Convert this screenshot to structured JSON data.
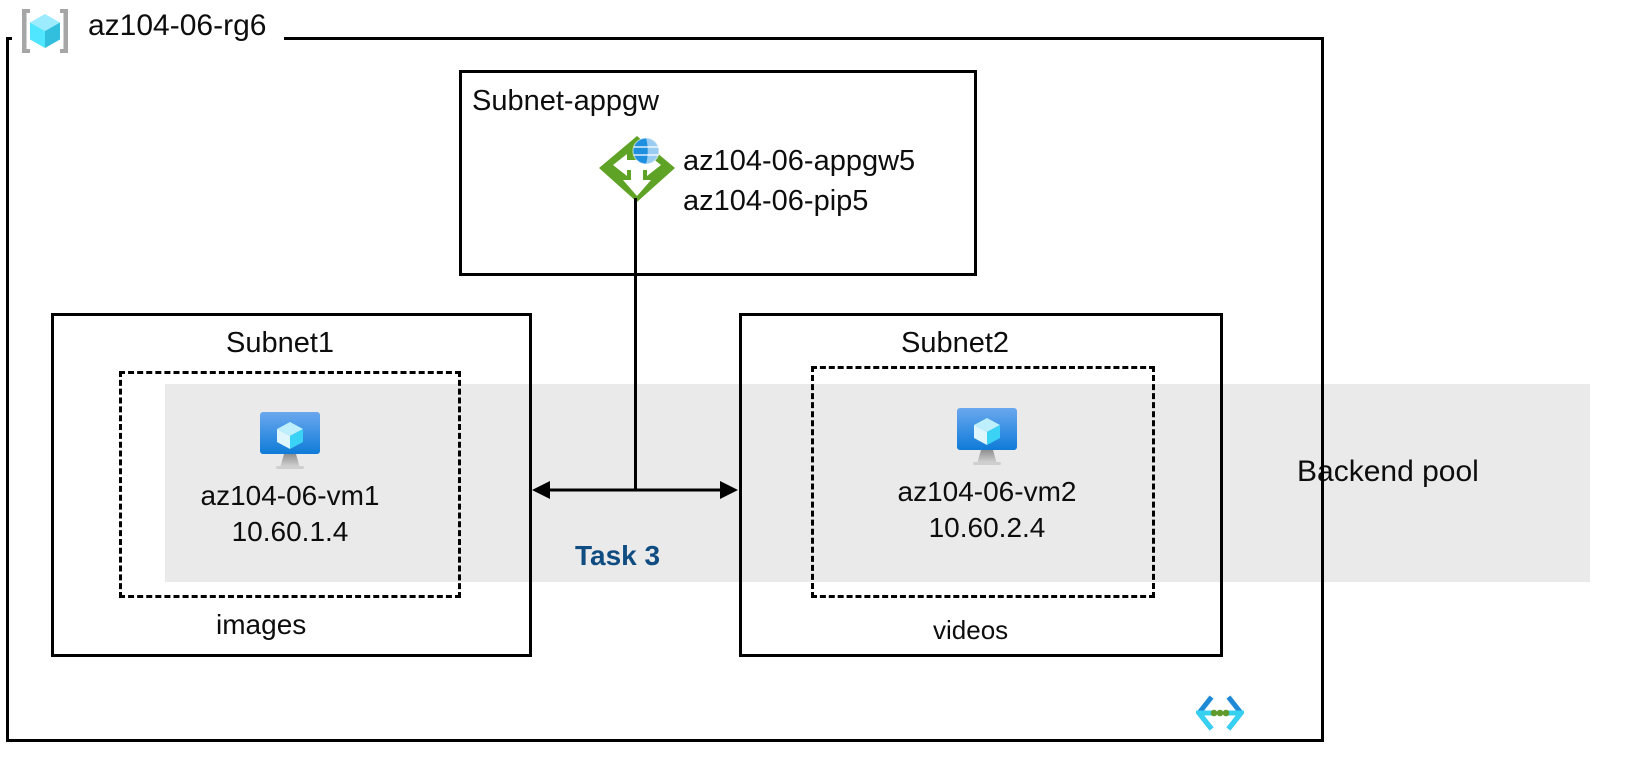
{
  "diagram": {
    "title": "Azure resource group network topology",
    "resource_group": {
      "name": "az104-06-rg6",
      "icon": "resource-group-cube-icon"
    },
    "backend_pool": {
      "label": "Backend pool",
      "band_color": "#eaeaea"
    },
    "subnets": [
      {
        "id": "appgw",
        "title": "Subnet-appgw",
        "resources": [
          {
            "icon": "application-gateway-icon",
            "lines": [
              "az104-06-appgw5",
              "az104-06-pip5"
            ]
          }
        ]
      },
      {
        "id": "subnet1",
        "title": "Subnet1",
        "dashed_group_caption": "images",
        "vm": {
          "icon": "virtual-machine-icon",
          "name": "az104-06-vm1",
          "ip": "10.60.1.4"
        }
      },
      {
        "id": "subnet2",
        "title": "Subnet2",
        "dashed_group_caption": "videos",
        "vm": {
          "icon": "virtual-machine-icon",
          "name": "az104-06-vm2",
          "ip": "10.60.2.4"
        }
      }
    ],
    "connector": {
      "label": "Task 3",
      "label_color": "#0f4c81",
      "style": "double-headed-arrow"
    },
    "footer_icon": "code-brackets-icon",
    "colors": {
      "outline": "#000000",
      "appgw_green": "#5ea226",
      "vm_blue": "#2a8ae4",
      "cube_cyan": "#50e6ff",
      "task_blue": "#0f4c81",
      "band_gray": "#eaeaea"
    }
  }
}
